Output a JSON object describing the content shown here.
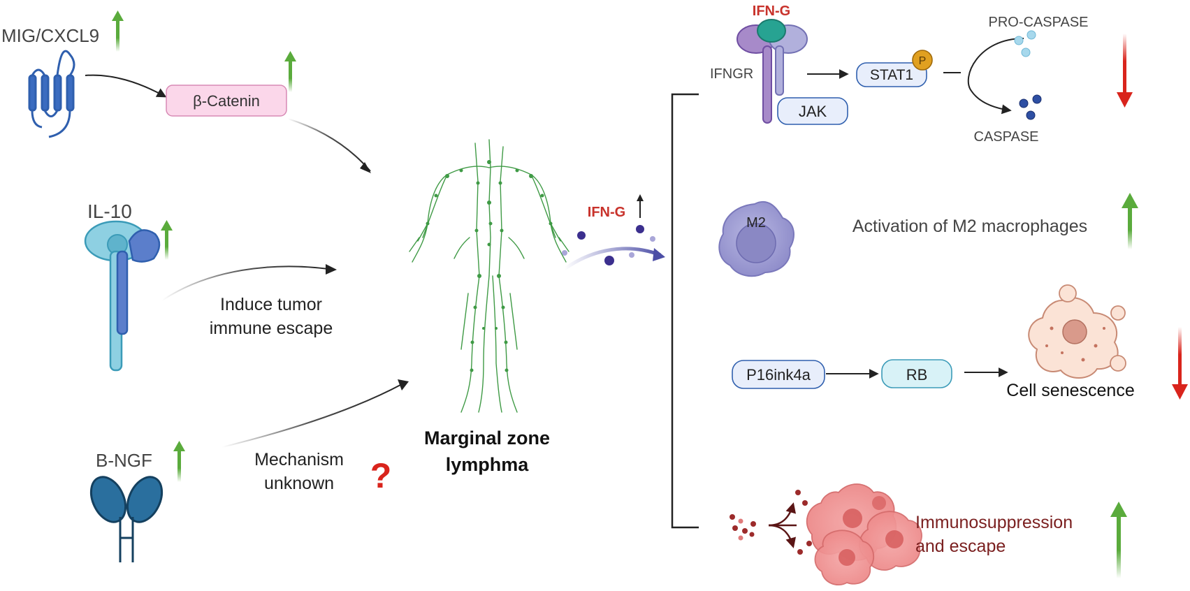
{
  "left": {
    "mig_label": "MIG/CXCL9",
    "beta_catenin": "β-Catenin",
    "il10_label": "IL-10",
    "induce_line1": "Induce tumor",
    "induce_line2": "immune escape",
    "bngf_label": "B-NGF",
    "mechanism_line1": "Mechanism",
    "mechanism_line2": "unknown",
    "question_mark": "?"
  },
  "center": {
    "title_line1": "Marginal zone",
    "title_line2": "lymphma",
    "ifng_label": "IFN-G"
  },
  "right": {
    "ifng_top": "IFN-G",
    "ifngr_label": "IFNGR",
    "jak_label": "JAK",
    "stat1_label": "STAT1",
    "phospho_label": "P",
    "procaspase_label": "PRO-CASPASE",
    "caspase_label": "CASPASE",
    "m2_label": "M2",
    "m2_text": "Activation of M2 macrophages",
    "p16_label": "P16ink4a",
    "rb_label": "RB",
    "senescence_label": "Cell senescence",
    "immuno_line1": "Immunosuppression",
    "immuno_line2": "and escape"
  },
  "colors": {
    "up_arrow": "#5aab3c",
    "down_arrow": "#d9241c",
    "ifng_red": "#c8322b",
    "receptor_blue": "#2f5fae",
    "pink_box": "#fbd7ea",
    "lymph_green": "#3f9a45",
    "dark_red_text": "#7a1f1f"
  }
}
